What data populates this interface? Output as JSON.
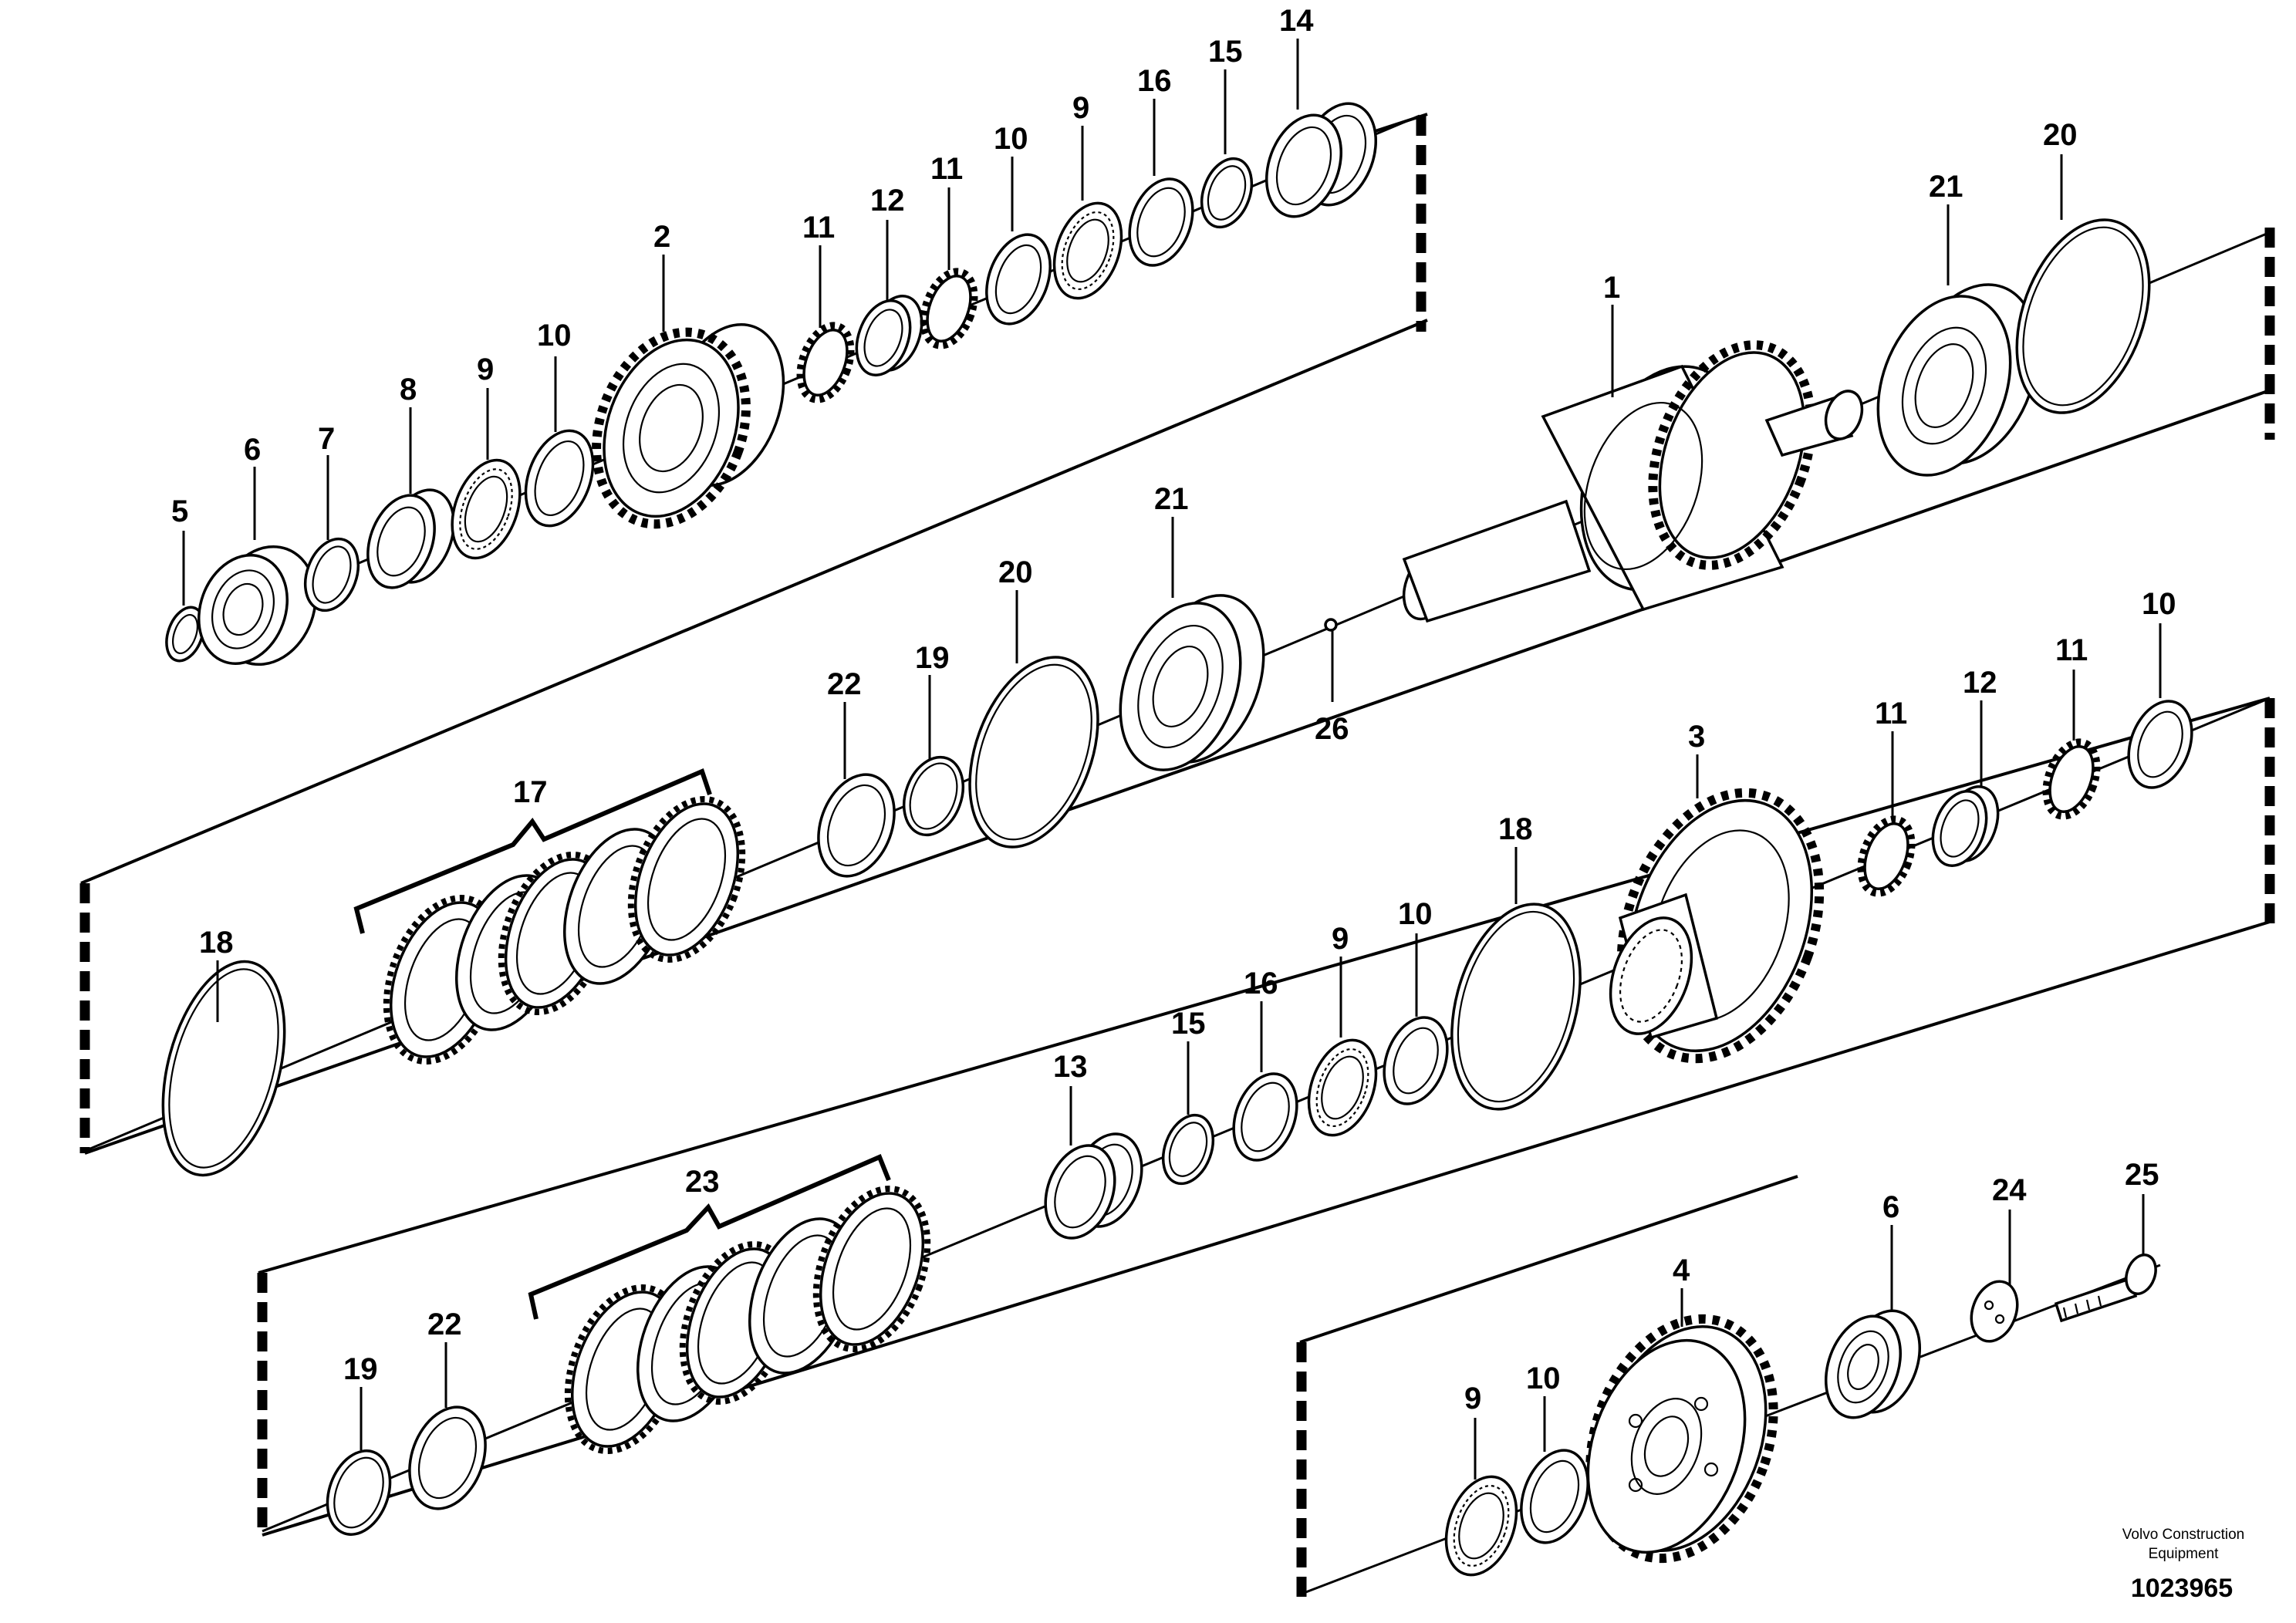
{
  "callouts": {
    "panel1": [
      "5",
      "6",
      "7",
      "8",
      "9",
      "10",
      "2",
      "11",
      "12",
      "11",
      "10",
      "9",
      "16",
      "15",
      "14"
    ],
    "panel2": [
      "18",
      "17",
      "22",
      "19",
      "20",
      "21",
      "26",
      "1",
      "21",
      "20"
    ],
    "panel3": [
      "19",
      "22",
      "23",
      "13",
      "15",
      "16",
      "9",
      "10",
      "18",
      "3",
      "11",
      "12",
      "11",
      "10"
    ],
    "panel4": [
      "9",
      "10",
      "4",
      "6",
      "24",
      "25"
    ]
  },
  "footer": {
    "company_line1": "Volvo Construction",
    "company_line2": "Equipment",
    "document_number": "1023965"
  }
}
